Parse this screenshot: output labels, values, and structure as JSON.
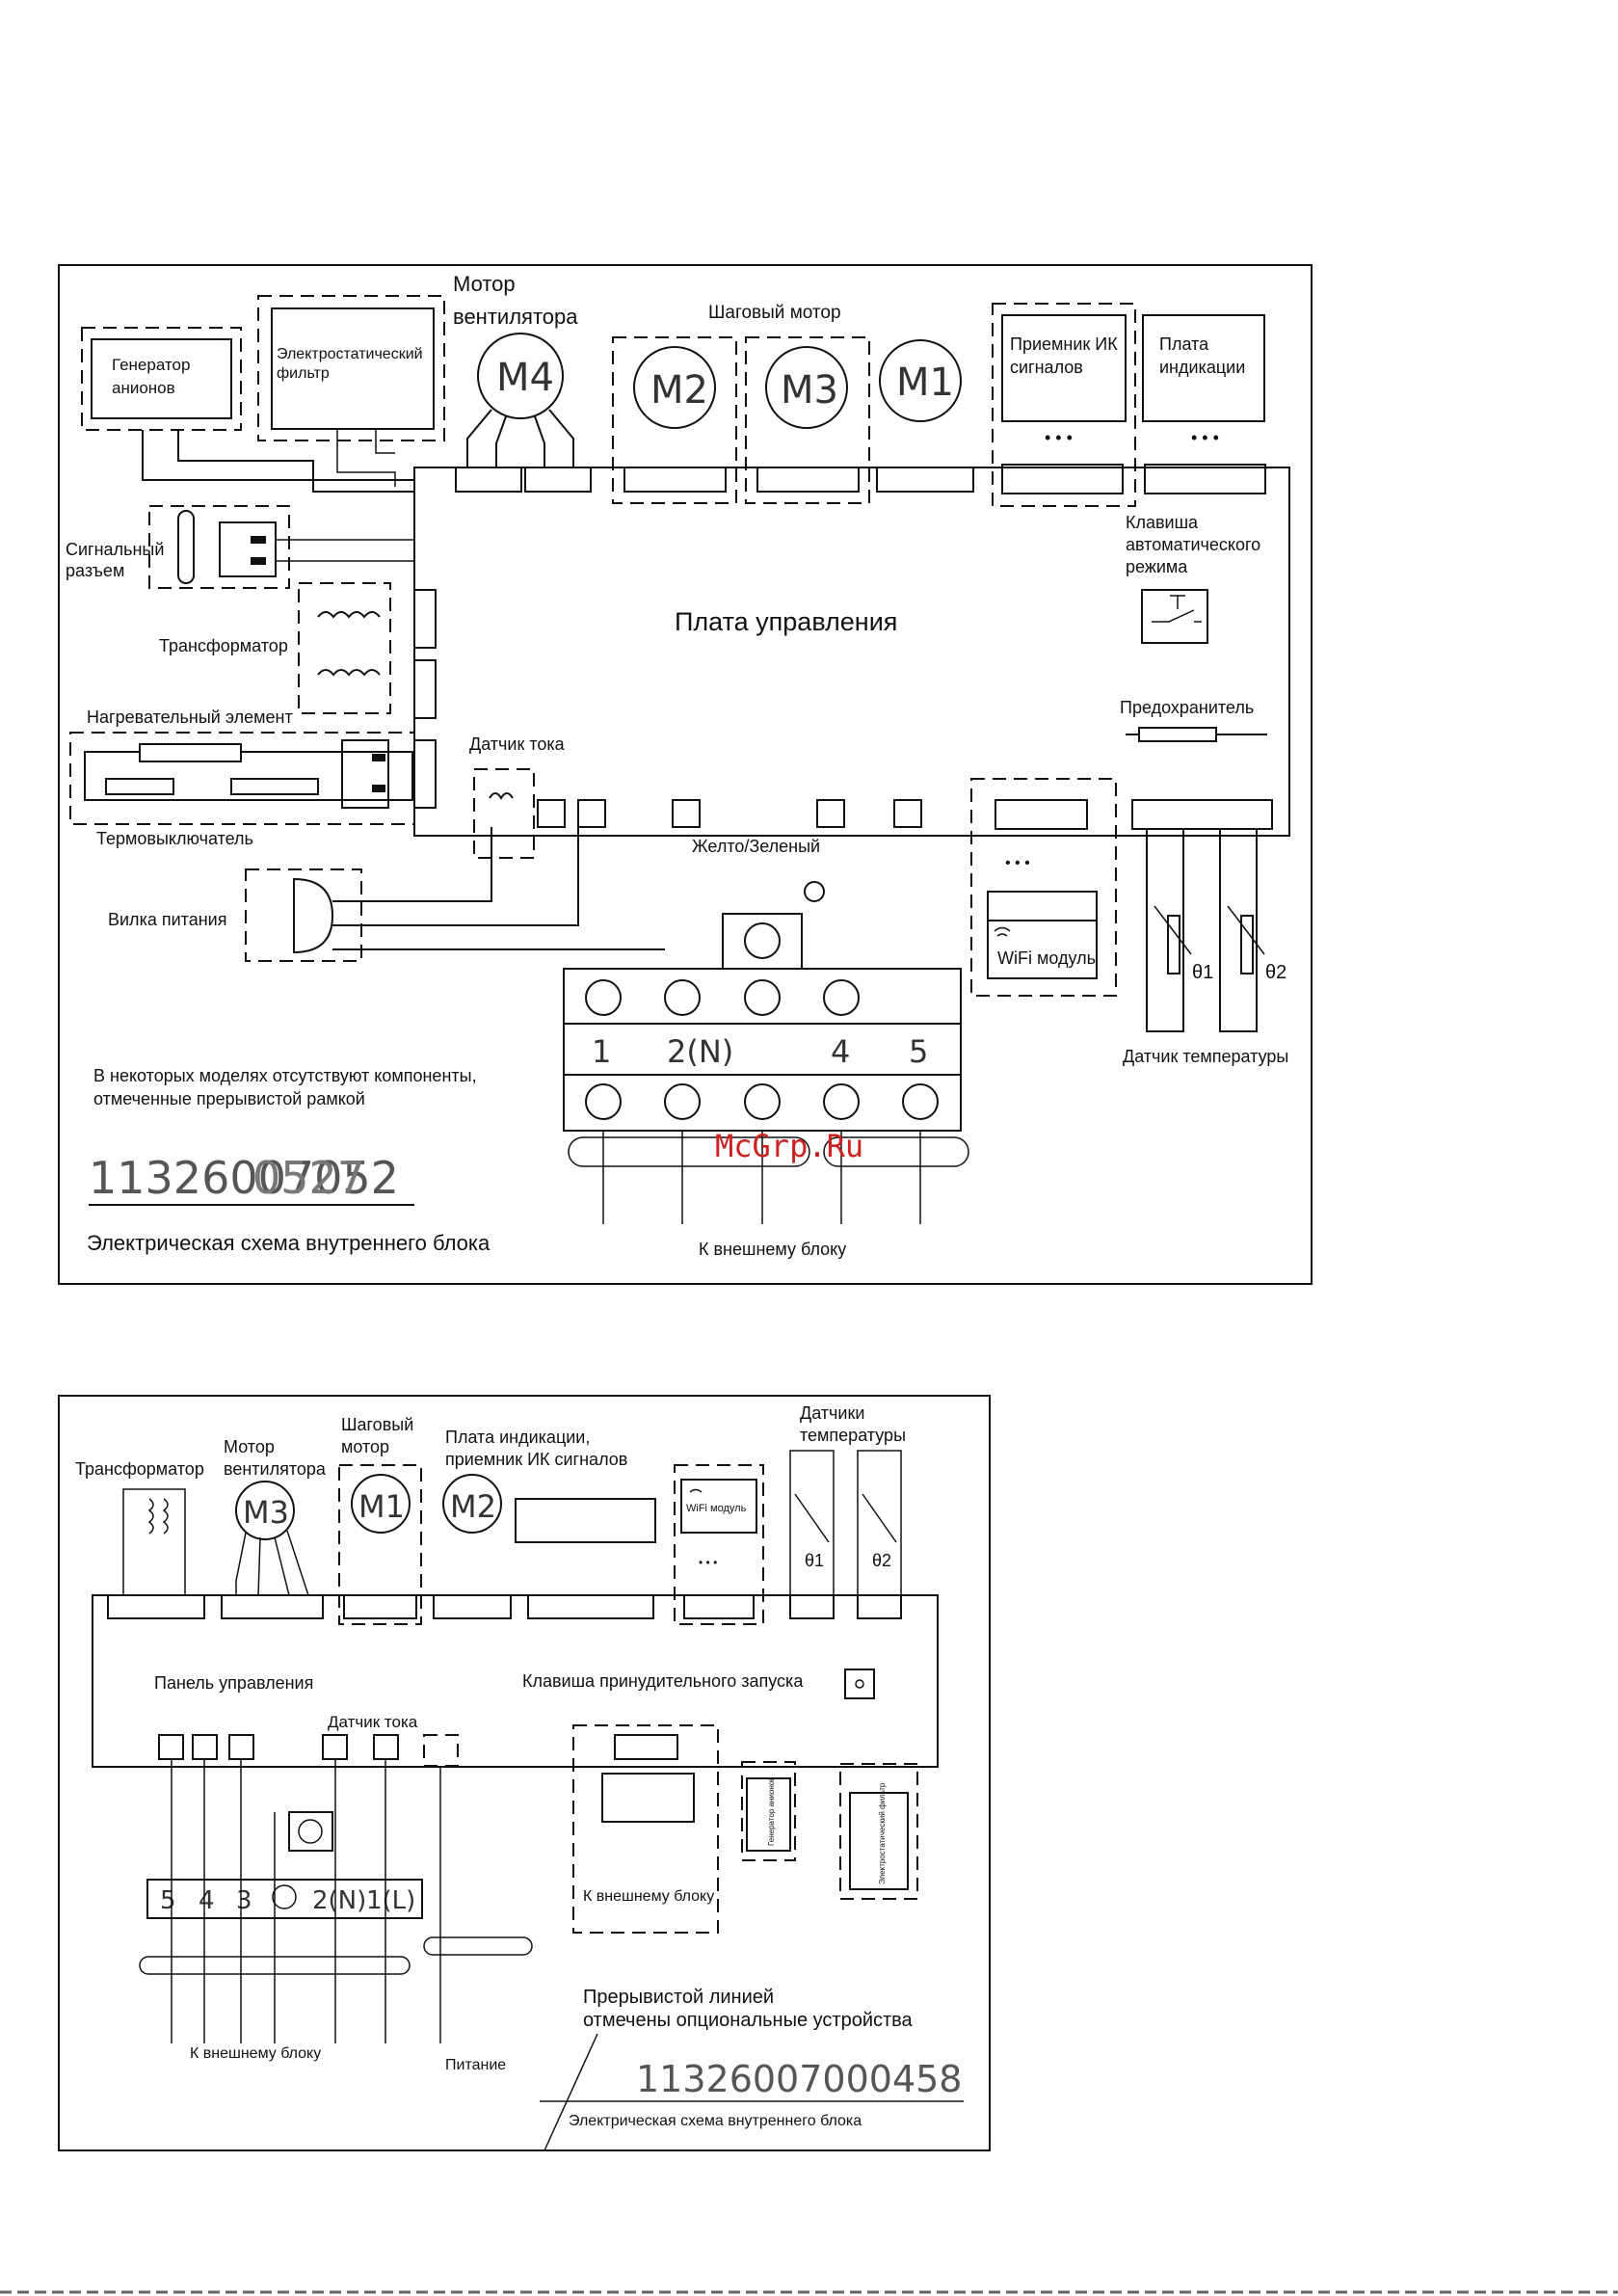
{
  "diagram1": {
    "motor_fan_line1": "Мотор",
    "motor_fan_line2": "вентилятора",
    "stepper_motor": "Шаговый мотор",
    "anion_gen_line1": "Генератор",
    "anion_gen_line2": "анионов",
    "esf_line1": "Электростатический",
    "esf_line2": "фильтр",
    "ir_line1": "Приемник ИК",
    "ir_line2": "сигналов",
    "disp_line1": "Плата",
    "disp_line2": "индикации",
    "m4": "M4",
    "m2": "M2",
    "m3": "M3",
    "m1": "M1",
    "dots": "• • •",
    "signal_line1": "Сигнальный",
    "signal_line2": "разъем",
    "transformer": "Трансформатор",
    "control_board": "Плата управления",
    "auto_key_line1": "Клавиша",
    "auto_key_line2": "автоматического",
    "auto_key_line3": "режима",
    "fuse": "Предохранитель",
    "heater": "Нагревательный элемент",
    "current_sensor": "Датчик тока",
    "thermo_switch": "Термовыключатель",
    "yellow_green": "Желто/Зеленый",
    "plug": "Вилка питания",
    "wifi": "WiFi модуль",
    "temp_sensor": "Датчик температуры",
    "t1": "1",
    "t2": "2(N)",
    "t4": "4",
    "t5": "5",
    "th1": "θ1",
    "th2": "θ2",
    "note_line1": "В некоторых моделях отсутствуют компоненты,",
    "note_line2": "отмеченные прерывистой рамкой",
    "code": "11326007052",
    "code_overlap": "0527",
    "to_outdoor": "К внешнему блоку",
    "title": "Электрическая схема внутреннего блока"
  },
  "watermark": "McGrp.Ru",
  "diagram2": {
    "transformer": "Трансформатор",
    "motor_fan_line1": "Мотор",
    "motor_fan_line2": "вентилятора",
    "stepper_line1": "Шаговый",
    "stepper_line2": "мотор",
    "disp_line1": "Плата индикации,",
    "disp_line2": "приемник ИК сигналов",
    "sensors_line1": "Датчики",
    "sensors_line2": "температуры",
    "m3": "M3",
    "m1": "M1",
    "m2": "M2",
    "wifi": "WiFi модуль",
    "th1": "θ1",
    "th2": "θ2",
    "panel": "Панель управления",
    "force_key": "Клавиша принудительного запуска",
    "current_sensor": "Датчик тока",
    "t5": "5",
    "t4": "4",
    "t3": "3",
    "t2": "2(N)",
    "t1": "1(L)",
    "to_outdoor_box": "К внешнему блоку",
    "anion_small": "Генератор анионов",
    "esf_small": "Электростатический фильтр",
    "note_line1": "Прерывистой линией",
    "note_line2": "отмечены опциональные устройства",
    "code": "11326007000458",
    "title": "Электрическая схема внутреннего блока",
    "to_outdoor": "К внешнему блоку",
    "power": "Питание"
  }
}
